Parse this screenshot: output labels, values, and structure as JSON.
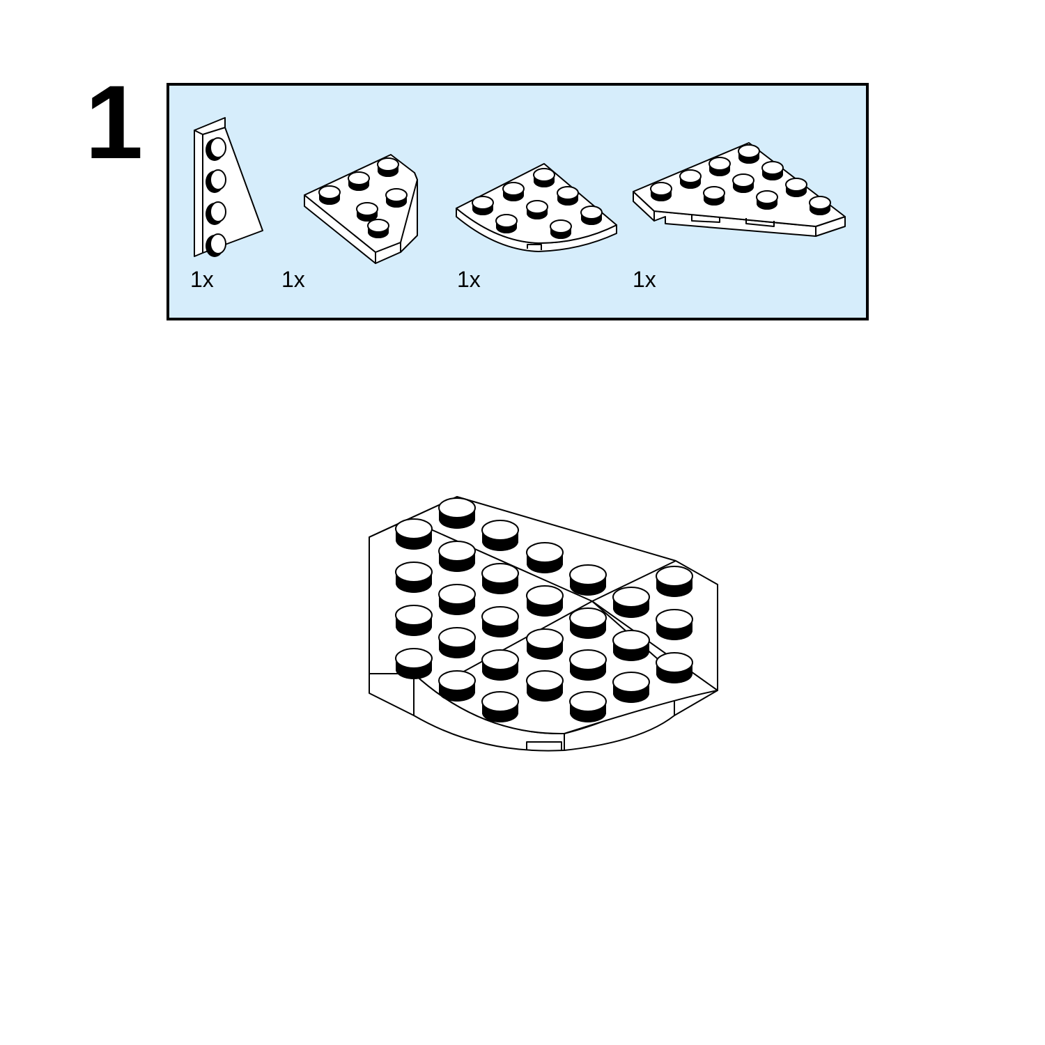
{
  "step": {
    "number": "1"
  },
  "parts_list": {
    "background_color": "#d6edfb",
    "parts": [
      {
        "icon": "wedge-plate-icon",
        "quantity": "1x"
      },
      {
        "icon": "corner-plate-icon",
        "quantity": "1x"
      },
      {
        "icon": "round-corner-plate-icon",
        "quantity": "1x"
      },
      {
        "icon": "large-wedge-plate-icon",
        "quantity": "1x"
      }
    ]
  },
  "assembly": {
    "icon": "assembled-plate-icon"
  }
}
